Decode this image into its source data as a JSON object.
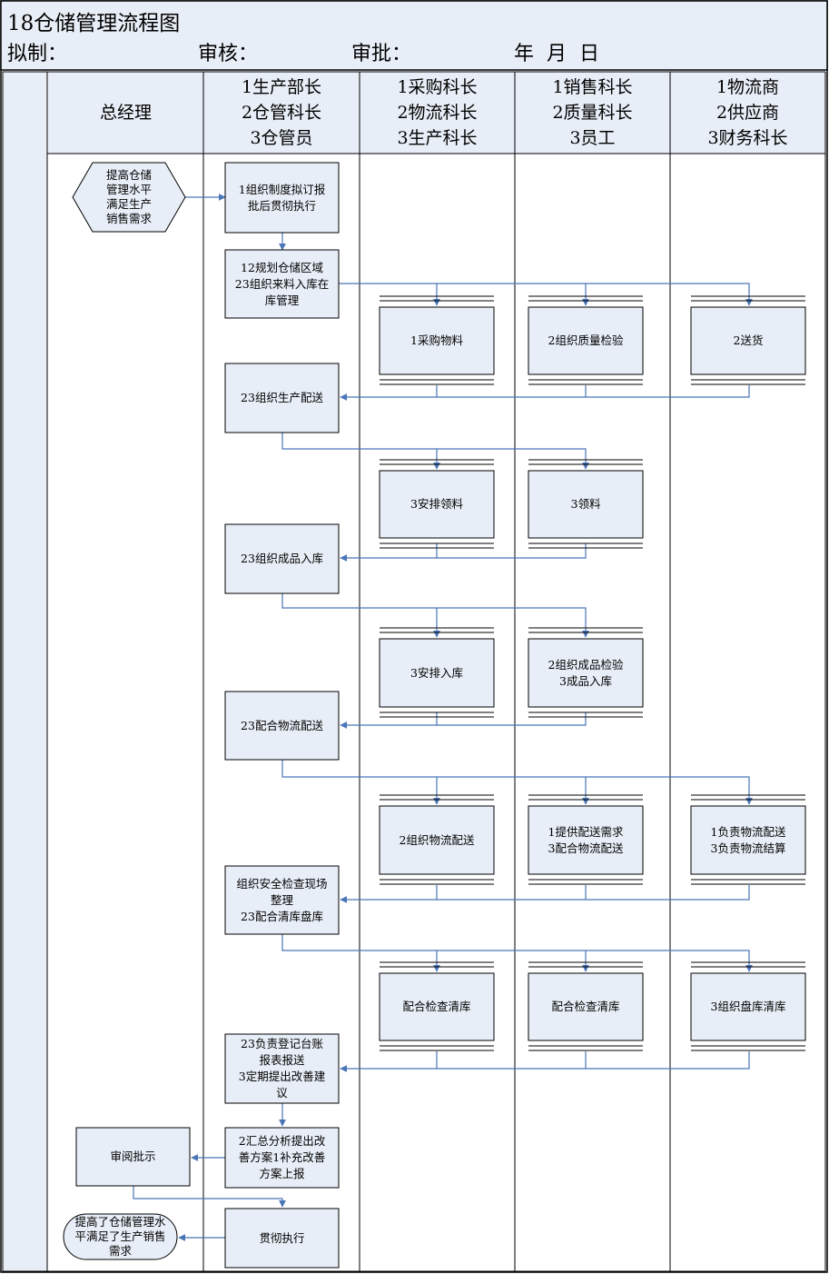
{
  "header": {
    "title": "18仓储管理流程图",
    "prepared_by": "拟制：",
    "reviewed_by": "审核：",
    "approved_by": "审批：",
    "date": "年  月  日"
  },
  "lanes": [
    {
      "id": "gm",
      "lines": [
        "总经理"
      ]
    },
    {
      "id": "warehouse",
      "lines": [
        "1生产部长",
        "2仓管科长",
        "3仓管员"
      ]
    },
    {
      "id": "purchase",
      "lines": [
        "1采购科长",
        "2物流科长",
        "3生产科长"
      ]
    },
    {
      "id": "sales",
      "lines": [
        "1销售科长",
        "2质量科长",
        "3员工"
      ]
    },
    {
      "id": "logistics",
      "lines": [
        "1物流商",
        "2供应商",
        "3财务科长"
      ]
    }
  ],
  "nodes": [
    {
      "id": "start",
      "lines": [
        "提高仓储",
        "管理水平",
        "满足生产",
        "销售需求"
      ]
    },
    {
      "id": "n1",
      "lines": [
        "1组织制度拟订报",
        "批后贯彻执行"
      ]
    },
    {
      "id": "n2",
      "lines": [
        "12规划仓储区域",
        "23组织来料入库在",
        "库管理"
      ]
    },
    {
      "id": "p1",
      "lines": [
        "1采购物料"
      ]
    },
    {
      "id": "q1",
      "lines": [
        "2组织质量检验"
      ]
    },
    {
      "id": "l1",
      "lines": [
        "2送货"
      ]
    },
    {
      "id": "n3",
      "lines": [
        "23组织生产配送"
      ]
    },
    {
      "id": "p2",
      "lines": [
        "3安排领料"
      ]
    },
    {
      "id": "q2",
      "lines": [
        "3领料"
      ]
    },
    {
      "id": "n4",
      "lines": [
        "23组织成品入库"
      ]
    },
    {
      "id": "p3",
      "lines": [
        "3安排入库"
      ]
    },
    {
      "id": "q3",
      "lines": [
        "2组织成品检验",
        "3成品入库"
      ]
    },
    {
      "id": "n5",
      "lines": [
        "23配合物流配送"
      ]
    },
    {
      "id": "p4",
      "lines": [
        "2组织物流配送"
      ]
    },
    {
      "id": "q4",
      "lines": [
        "1提供配送需求",
        "3配合物流配送"
      ]
    },
    {
      "id": "l4",
      "lines": [
        "1负责物流配送",
        "3负责物流结算"
      ]
    },
    {
      "id": "n6",
      "lines": [
        "组织安全检查现场",
        "整理",
        "23配合清库盘库"
      ]
    },
    {
      "id": "p5",
      "lines": [
        "配合检查清库"
      ]
    },
    {
      "id": "q5",
      "lines": [
        "配合检查清库"
      ]
    },
    {
      "id": "l5",
      "lines": [
        "3组织盘库清库"
      ]
    },
    {
      "id": "n7",
      "lines": [
        "23负责登记台账",
        "报表报送",
        "3定期提出改善建",
        "议"
      ]
    },
    {
      "id": "n8",
      "lines": [
        "2汇总分析提出改",
        "善方案1补充改善",
        "方案上报"
      ]
    },
    {
      "id": "g1",
      "lines": [
        "审阅批示"
      ]
    },
    {
      "id": "n9",
      "lines": [
        "贯彻执行"
      ]
    },
    {
      "id": "end",
      "lines": [
        "提高了仓储管理水",
        "平满足了生产销售",
        "需求"
      ]
    }
  ],
  "colors": {
    "box_fill": "#e8eef7",
    "line": "#4a76b8",
    "header_fill": "#e8eef7",
    "border": "#000000"
  }
}
